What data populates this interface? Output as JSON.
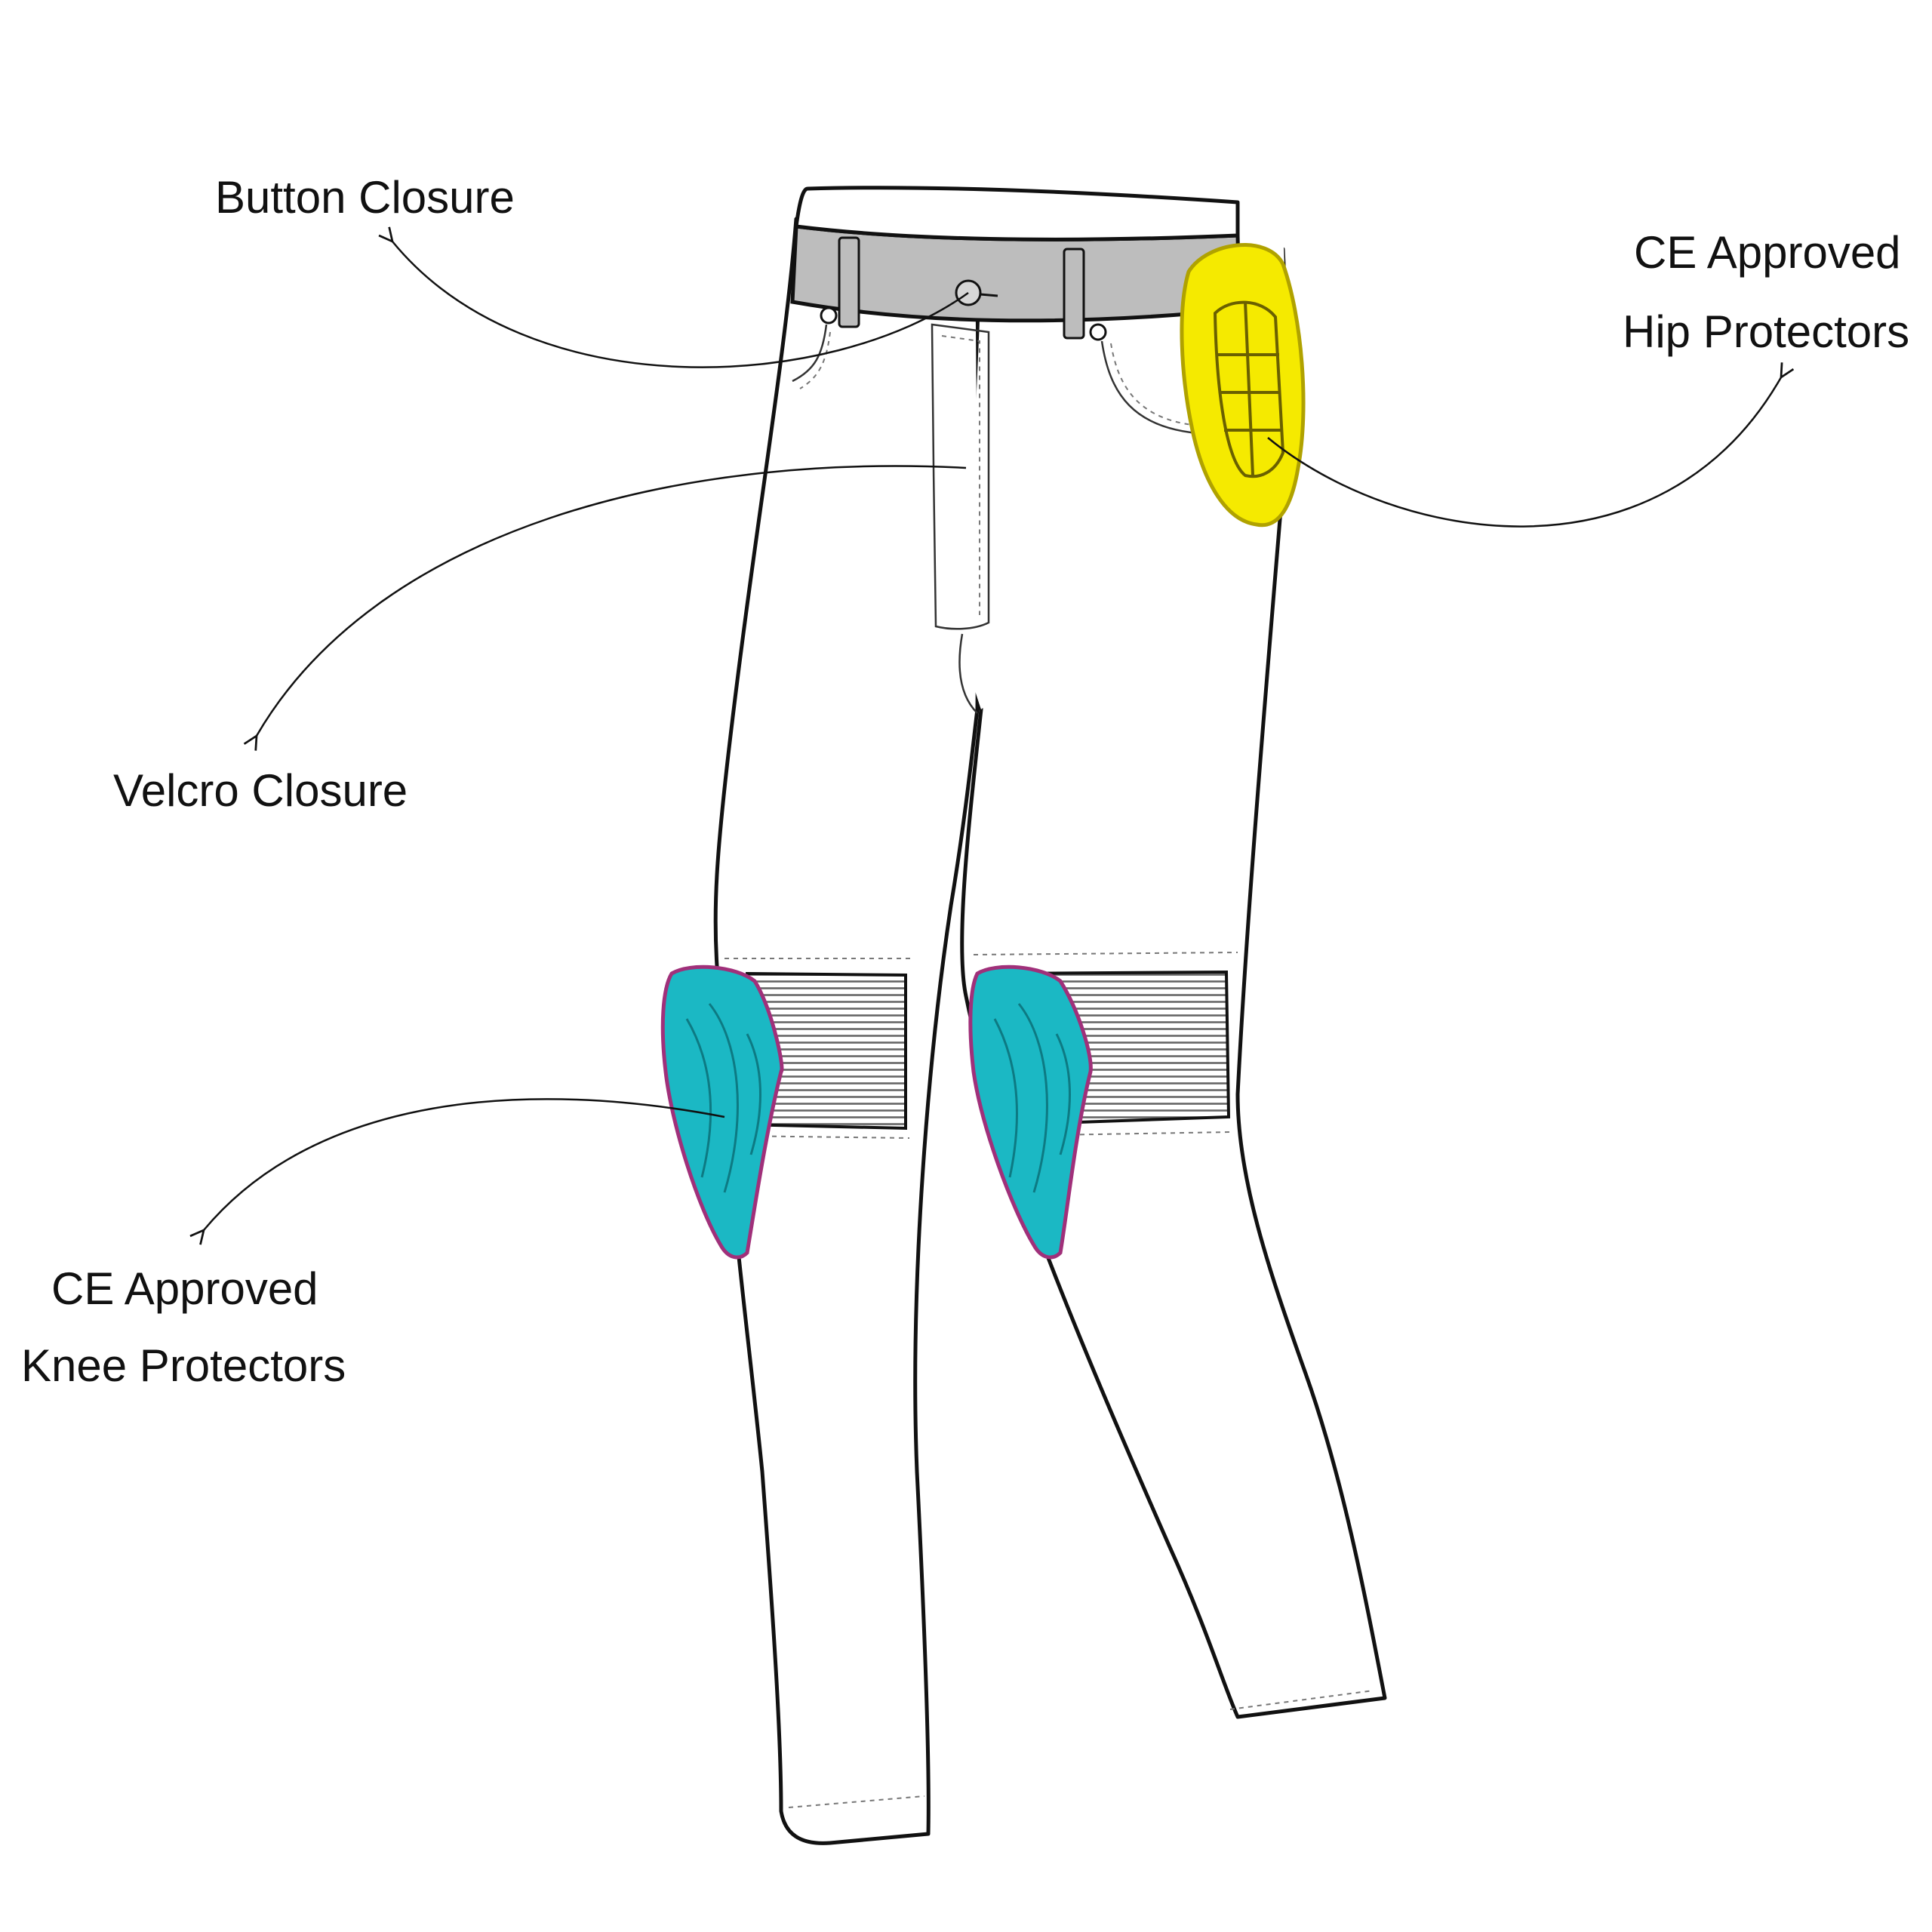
{
  "labels": {
    "button_closure": "Button Closure",
    "hip_line1": "CE Approved",
    "hip_line2": "Hip Protectors",
    "velcro_closure": "Velcro Closure",
    "knee_line1": "CE Approved",
    "knee_line2": "Knee Protectors"
  },
  "colors": {
    "hip_protector": "#f5ea00",
    "knee_protector": "#1bb8c4",
    "knee_edge": "#a0307a",
    "waistband": "#bdbdbd",
    "stretch_panel": "#9e9e9e",
    "outline": "#111111"
  }
}
